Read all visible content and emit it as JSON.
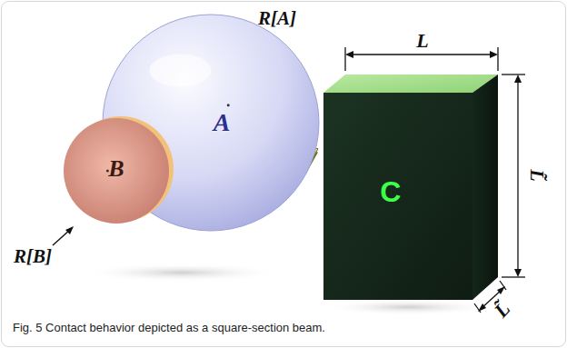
{
  "diagram": {
    "caption": "Fig. 5 Contact behavior depicted as a square-section beam.",
    "nodes": [
      {
        "text": [
          "A"
        ]
      },
      {
        "text": [
          "B"
        ]
      },
      {
        "text": [
          "C"
        ]
      }
    ],
    "edges": [
      {
        "from": 0,
        "to": 2,
        "arrow": "both"
      }
    ],
    "labels": [
      "R[A]",
      "R[B]",
      "L",
      "L̃",
      "L̃"
    ]
  }
}
